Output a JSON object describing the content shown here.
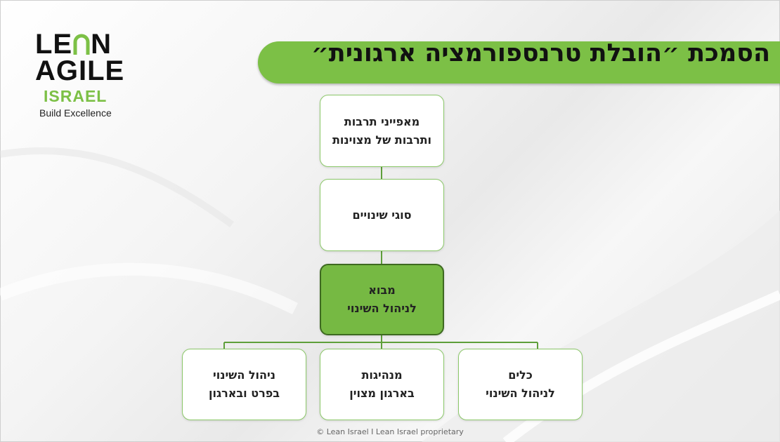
{
  "logo": {
    "line1_a": "LE",
    "line1_b": "N",
    "line2": "AGILE",
    "line3": "ISRAEL",
    "tagline": "Build Excellence"
  },
  "title": "הסמכת ״הובלת טרנספורמציה ארגונית״",
  "nodes": {
    "culture": "מאפייני תרבות\nותרבות של מצוינות",
    "change_types": "סוגי שינויים",
    "intro": "מבוא\nלניהול השינוי",
    "tools": "כלים\nלניהול השינוי",
    "leadership": "מנהיגות\nבארגון מצוין",
    "personal_org": "ניהול השינוי\nבפרט ובארגון"
  },
  "footer": "© Lean Israel I Lean Israel proprietary",
  "colors": {
    "brand_green": "#7cc046",
    "active_box": "#76b943",
    "box_border": "#8cc86a",
    "connector": "#5e9f3a"
  }
}
